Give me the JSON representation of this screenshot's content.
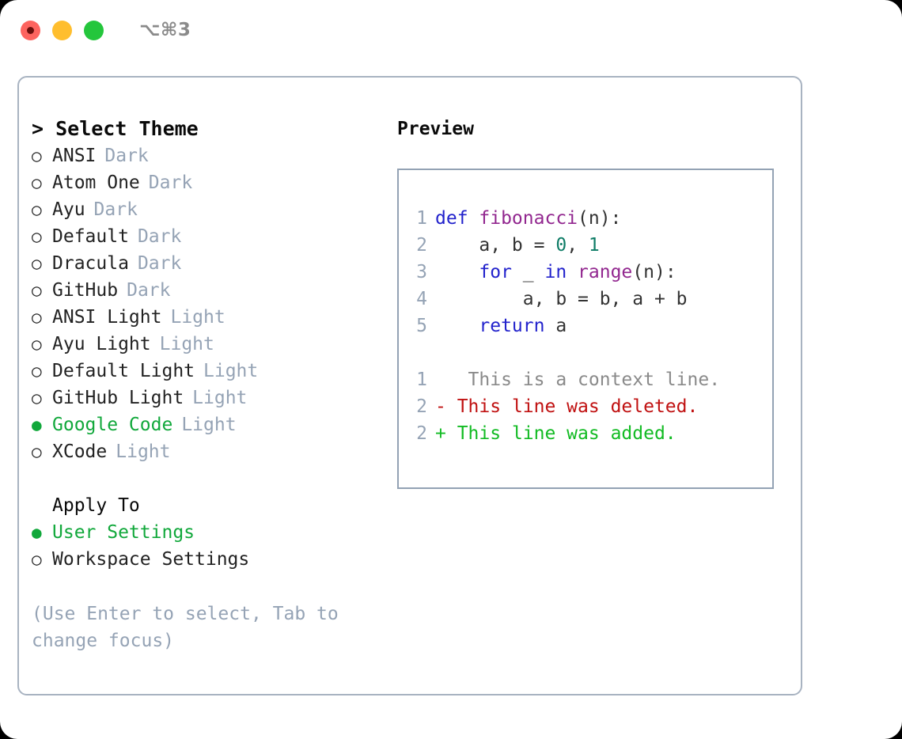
{
  "window": {
    "shortcut": "⌥⌘3",
    "traffic_lights": [
      {
        "name": "close",
        "color": "#fd645f"
      },
      {
        "name": "minimize",
        "color": "#ffbe2e"
      },
      {
        "name": "maximize",
        "color": "#24c63c"
      }
    ]
  },
  "theme_panel": {
    "header": "> Select Theme",
    "selected_bullet": "●",
    "unselected_bullet": "○",
    "items": [
      {
        "bullet": "○",
        "label": "ANSI",
        "tag": "Dark",
        "selected": false
      },
      {
        "bullet": "○",
        "label": "Atom One",
        "tag": "Dark",
        "selected": false
      },
      {
        "bullet": "○",
        "label": "Ayu",
        "tag": "Dark",
        "selected": false
      },
      {
        "bullet": "○",
        "label": "Default",
        "tag": "Dark",
        "selected": false
      },
      {
        "bullet": "○",
        "label": "Dracula",
        "tag": "Dark",
        "selected": false
      },
      {
        "bullet": "○",
        "label": "GitHub",
        "tag": "Dark",
        "selected": false
      },
      {
        "bullet": "○",
        "label": "ANSI Light",
        "tag": "Light",
        "selected": false
      },
      {
        "bullet": "○",
        "label": "Ayu Light",
        "tag": "Light",
        "selected": false
      },
      {
        "bullet": "○",
        "label": "Default Light",
        "tag": "Light",
        "selected": false
      },
      {
        "bullet": "○",
        "label": "GitHub Light",
        "tag": "Light",
        "selected": false
      },
      {
        "bullet": "●",
        "label": "Google Code",
        "tag": "Light",
        "selected": true
      },
      {
        "bullet": "○",
        "label": "XCode",
        "tag": "Light",
        "selected": false
      }
    ]
  },
  "apply_to": {
    "header": "Apply To",
    "items": [
      {
        "bullet": "●",
        "label": "User Settings",
        "selected": true
      },
      {
        "bullet": "○",
        "label": "Workspace Settings",
        "selected": false
      }
    ]
  },
  "hint": "(Use Enter to select, Tab to change focus)",
  "preview": {
    "header": "Preview",
    "code_lines": [
      {
        "number": "1",
        "tokens": [
          {
            "text": "def ",
            "type": "kw"
          },
          {
            "text": "fibonacci",
            "type": "fn"
          },
          {
            "text": "(n):",
            "type": "pl"
          }
        ]
      },
      {
        "number": "2",
        "tokens": [
          {
            "text": "    a, b = ",
            "type": "pl"
          },
          {
            "text": "0",
            "type": "num"
          },
          {
            "text": ", ",
            "type": "pl"
          },
          {
            "text": "1",
            "type": "num"
          }
        ]
      },
      {
        "number": "3",
        "tokens": [
          {
            "text": "    ",
            "type": "pl"
          },
          {
            "text": "for",
            "type": "kw"
          },
          {
            "text": " _ ",
            "type": "pl"
          },
          {
            "text": "in",
            "type": "kw"
          },
          {
            "text": " ",
            "type": "pl"
          },
          {
            "text": "range",
            "type": "fn"
          },
          {
            "text": "(n):",
            "type": "pl"
          }
        ]
      },
      {
        "number": "4",
        "tokens": [
          {
            "text": "        a, b = b, a + b",
            "type": "pl"
          }
        ]
      },
      {
        "number": "5",
        "tokens": [
          {
            "text": "    ",
            "type": "pl"
          },
          {
            "text": "return",
            "type": "kw"
          },
          {
            "text": " a",
            "type": "pl"
          }
        ]
      }
    ],
    "diff_lines": [
      {
        "number": "1",
        "marker": " ",
        "text": "  This is a context line.",
        "kind": "context"
      },
      {
        "number": "2",
        "marker": "-",
        "text": " This line was deleted.",
        "kind": "deleted"
      },
      {
        "number": "2",
        "marker": "+",
        "text": " This line was added.",
        "kind": "added"
      }
    ]
  },
  "colors": {
    "accent_green": "#11a83b",
    "muted_blue_gray": "#95a3b5",
    "panel_border": "#a8b3c1",
    "preview_border": "#93a2b4",
    "keyword": "#2222cc",
    "function": "#92278f",
    "number": "#0e7c66",
    "diff_deleted": "#c01111",
    "diff_added": "#12bb23",
    "diff_context": "#8a8a8a"
  }
}
